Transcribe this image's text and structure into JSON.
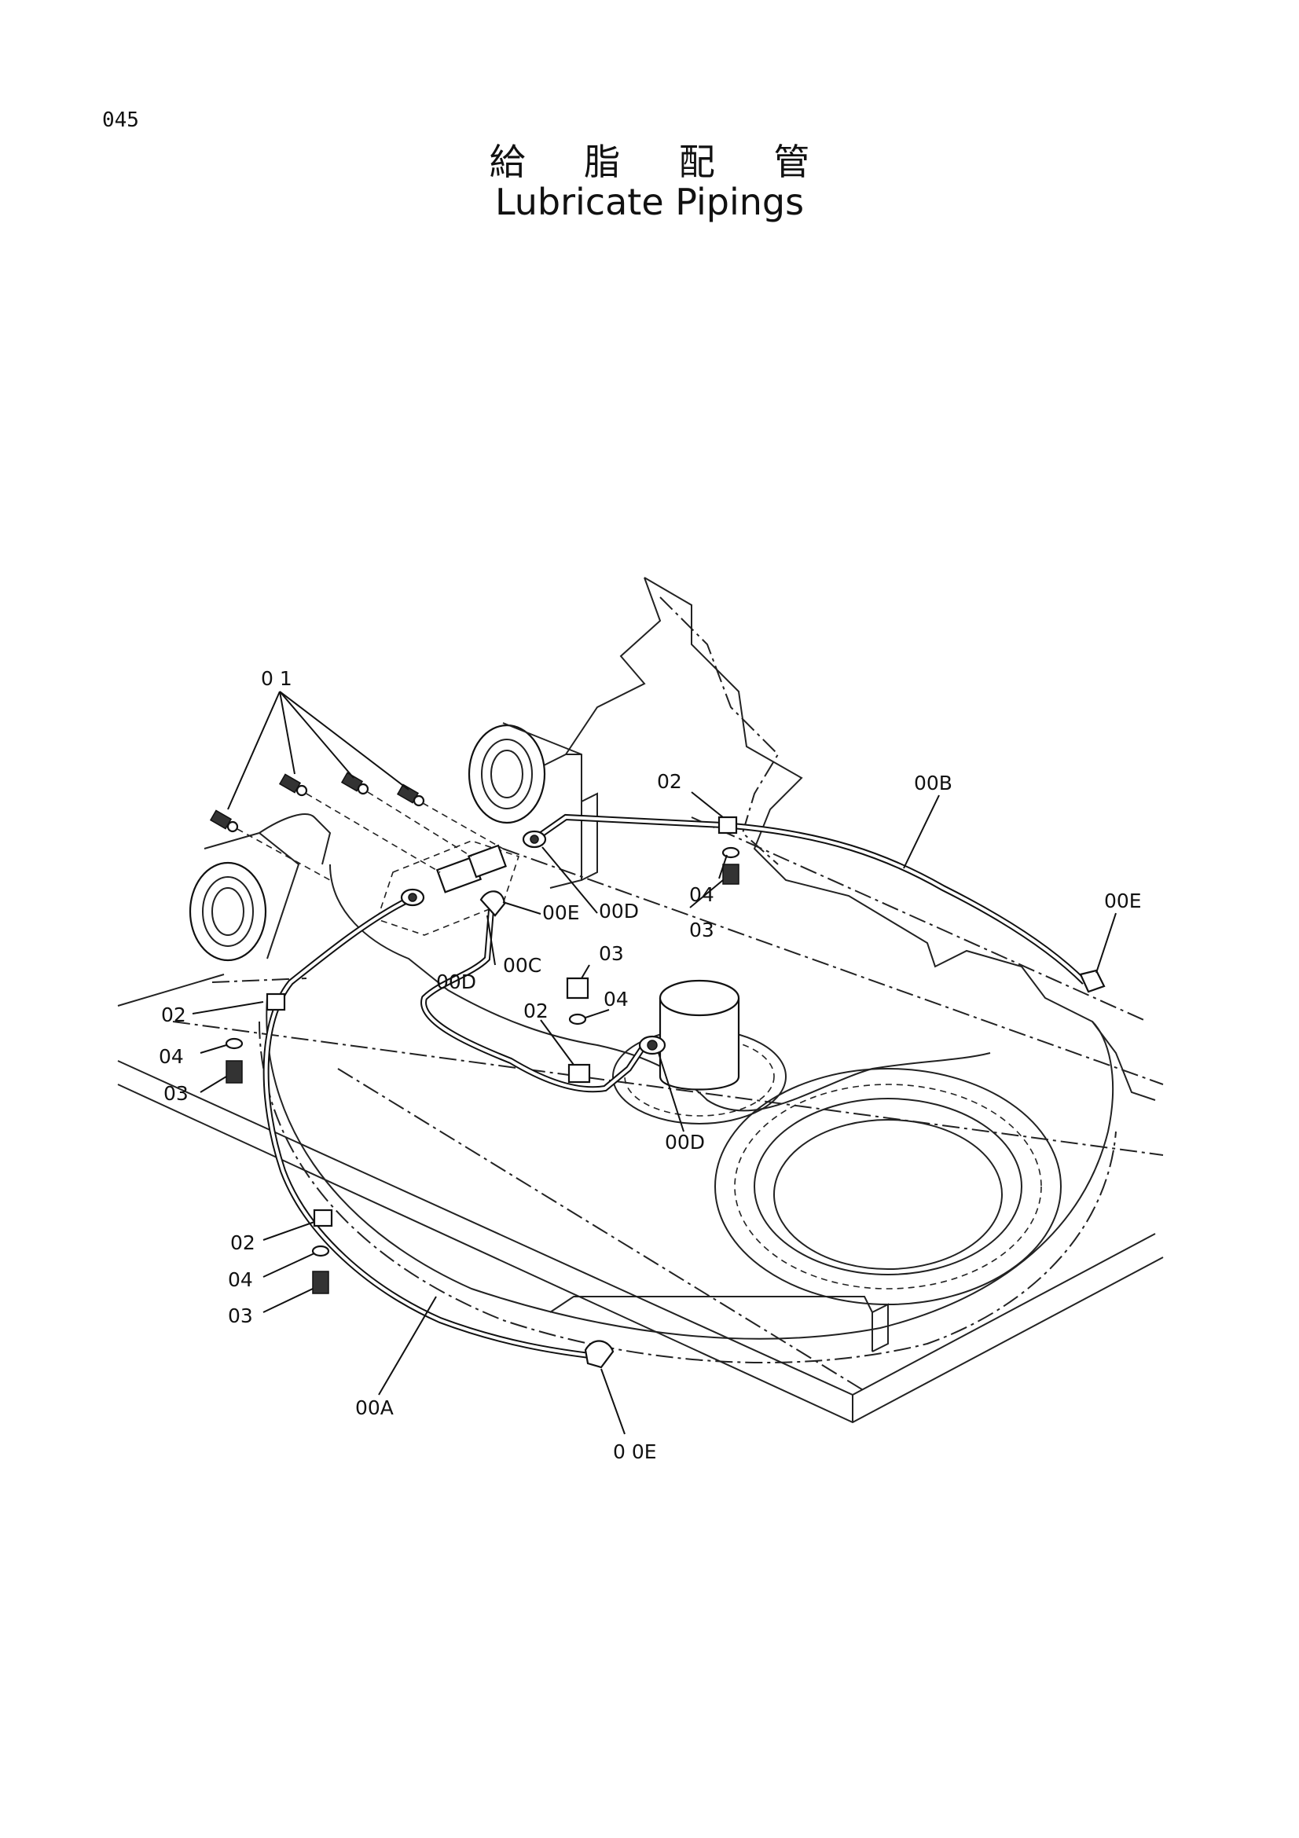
{
  "page": {
    "number": "045"
  },
  "title": {
    "japanese": "給 脂 配 管",
    "english": "Lubricate Pipings"
  },
  "callouts": {
    "c01": "0 1",
    "c02_top": "02",
    "c00B": "00B",
    "c00D_a": "00D",
    "c00E_a": "00E",
    "c04_a": "04",
    "c03_a": "03",
    "c00E_right": "00E",
    "c03_b": "03",
    "c04_b": "04",
    "c00C": "00C",
    "c00D_b": "00D",
    "c02_left": "02",
    "c02_mid": "02",
    "c04_c": "04",
    "c03_c": "03",
    "c00D_c": "00D",
    "c02_bottom": "02",
    "c04_d": "04",
    "c03_d": "03",
    "c00A": "00A",
    "c00E_bottom": "0 0E"
  }
}
